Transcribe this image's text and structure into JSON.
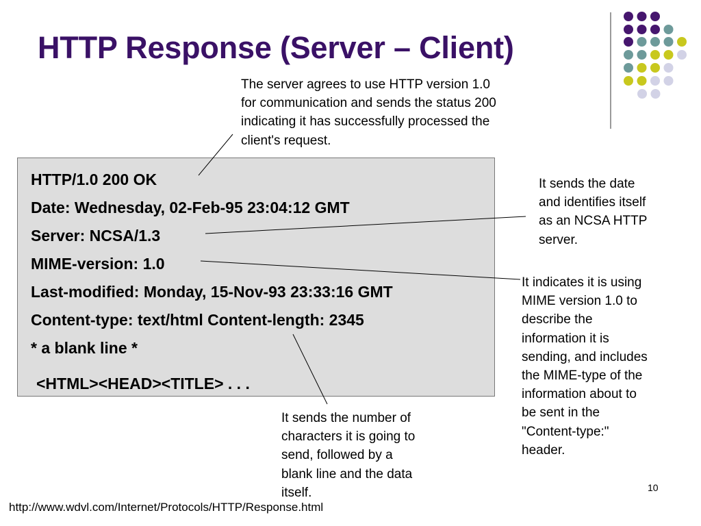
{
  "slide": {
    "title": "HTTP Response (Server – Client)",
    "page_number": "10",
    "source_url": "http://www.wdvl.com/Internet/Protocols/HTTP/Response.html"
  },
  "code_block": {
    "lines": [
      "HTTP/1.0 200 OK",
      "Date: Wednesday, 02-Feb-95 23:04:12 GMT",
      "Server: NCSA/1.3",
      "MIME-version: 1.0",
      "Last-modified: Monday, 15-Nov-93 23:33:16 GMT",
      "Content-type: text/html Content-length: 2345",
      "* a blank line *",
      "<HTML><HEAD><TITLE> . . ."
    ]
  },
  "callouts": {
    "status": [
      "The server agrees to use HTTP version 1.0",
      "for communication and sends the status 200",
      "indicating it has successfully processed the",
      "client's request."
    ],
    "date_server": [
      "It sends the date",
      "and identifies itself",
      "as an NCSA HTTP",
      "server."
    ],
    "mime": [
      "It indicates it is using",
      "MIME version 1.0 to",
      "describe the",
      "information it is",
      "sending, and includes",
      "the MIME-type of the",
      "information about to",
      "be sent in the",
      "\"Content-type:\"",
      "header."
    ],
    "length": [
      "It sends the number of",
      "characters it is going to",
      "send, followed by a",
      "blank line and the data",
      "itself."
    ]
  },
  "colors": {
    "title": "#3a1166",
    "dot_purple": "#46166e",
    "dot_teal": "#6d9a9a",
    "dot_yellow": "#c8c81e",
    "dot_lavender": "#d2d2e6",
    "code_background": "#dddddd",
    "divider": "#9a9a9a"
  },
  "decoration": {
    "dot_grid": [
      [
        "purple",
        "purple",
        "purple"
      ],
      [
        "purple",
        "purple",
        "purple",
        "teal"
      ],
      [
        "purple",
        "teal",
        "teal",
        "teal",
        "yellow"
      ],
      [
        "teal",
        "teal",
        "yellow",
        "yellow",
        "lavender"
      ],
      [
        "teal",
        "yellow",
        "yellow",
        "lavender"
      ],
      [
        "yellow",
        "yellow",
        "lavender",
        "lavender"
      ],
      [
        "lavender",
        "lavender"
      ]
    ]
  }
}
